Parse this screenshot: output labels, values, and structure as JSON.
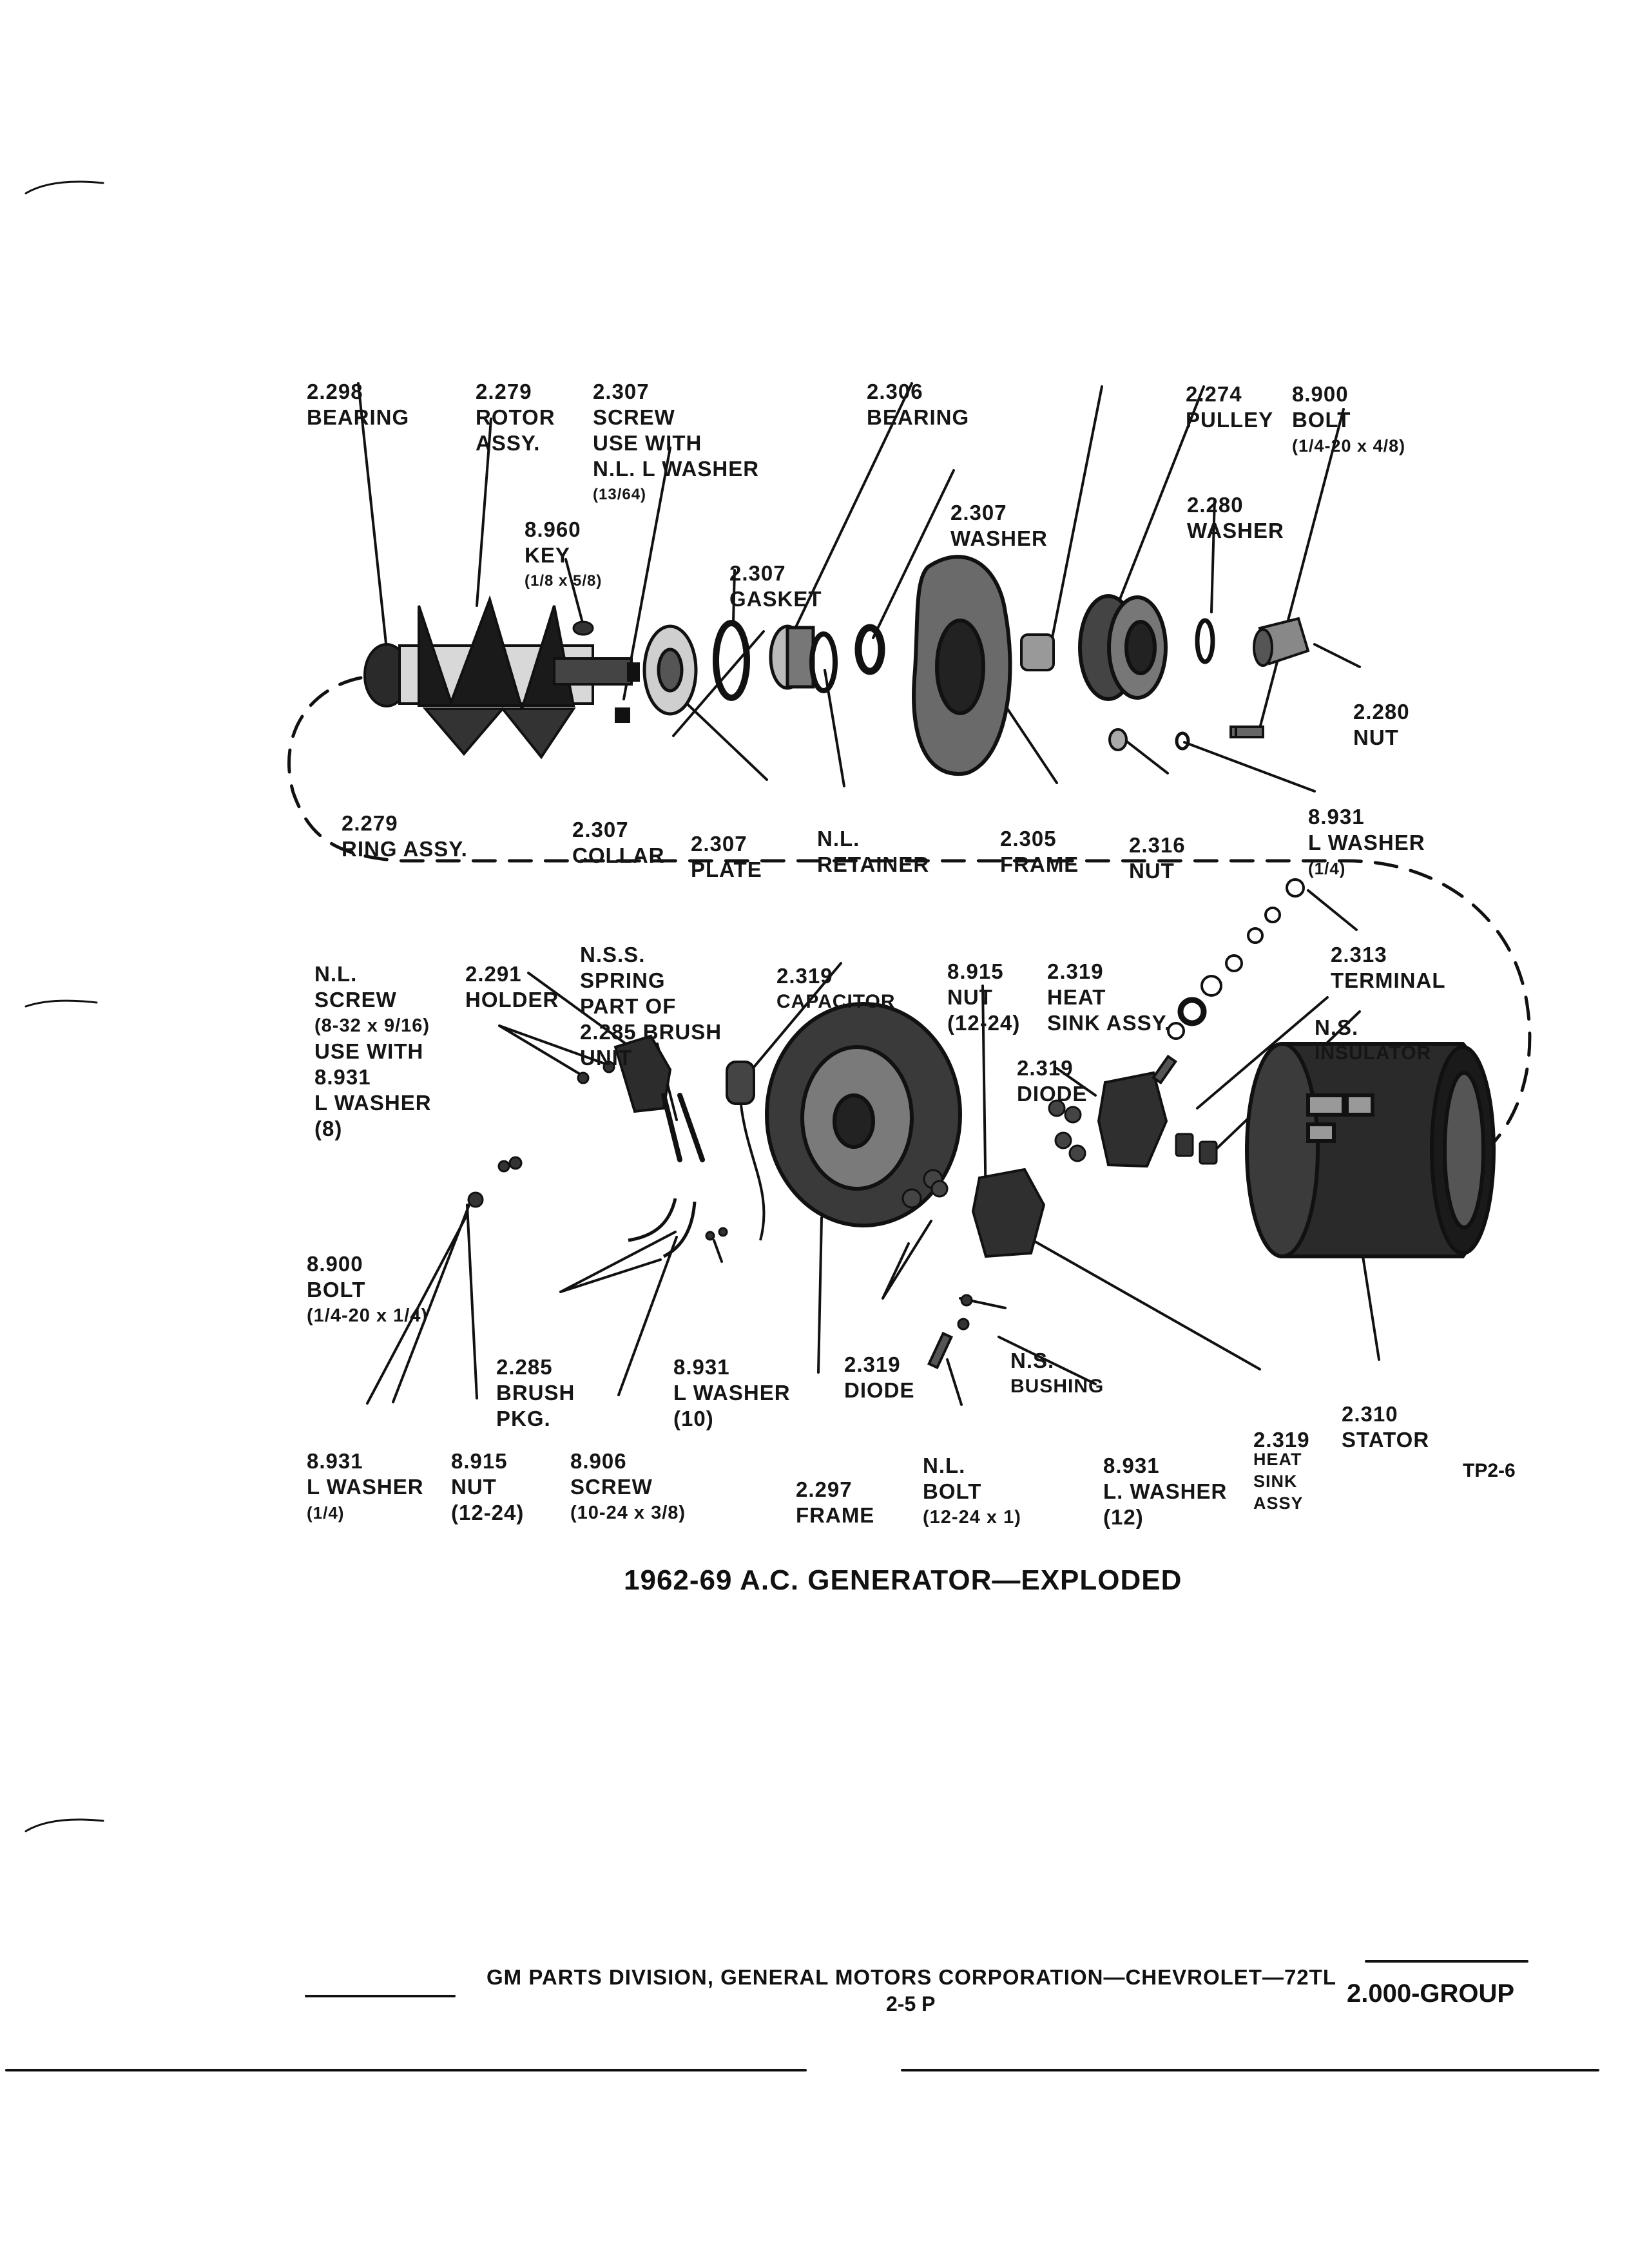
{
  "title": "1962-69 A.C. GENERATOR—EXPLODED",
  "figure_id": "TP2-6",
  "footer": {
    "text": "GM PARTS DIVISION, GENERAL MOTORS CORPORATION—CHEVROLET—72TL",
    "page": "2-5 P",
    "group": "2.000-GROUP"
  },
  "labels": [
    {
      "lines": [
        "2.298",
        "BEARING"
      ]
    },
    {
      "lines": [
        "2.279",
        "ROTOR",
        "ASSY."
      ]
    },
    {
      "lines": [
        "2.307",
        "SCREW",
        "USE WITH",
        "N.L. L WASHER",
        "(13/64)"
      ]
    },
    {
      "lines": [
        "2.306",
        "BEARING"
      ]
    },
    {
      "lines": [
        "2.274",
        "PULLEY"
      ]
    },
    {
      "lines": [
        "8.900",
        "BOLT",
        "(1/4-20 x 4/8)"
      ]
    },
    {
      "lines": [
        "8.960",
        "KEY",
        "(1/8 x 5/8)"
      ]
    },
    {
      "lines": [
        "2.307",
        "WASHER"
      ]
    },
    {
      "lines": [
        "2.280",
        "WASHER"
      ]
    },
    {
      "lines": [
        "2.307",
        "GASKET"
      ]
    },
    {
      "lines": [
        "2.280",
        "NUT"
      ]
    },
    {
      "lines": [
        "2.279",
        "RING ASSY."
      ]
    },
    {
      "lines": [
        "2.307",
        "COLLAR"
      ]
    },
    {
      "lines": [
        "2.307",
        "PLATE"
      ]
    },
    {
      "lines": [
        "N.L.",
        "RETAINER"
      ]
    },
    {
      "lines": [
        "2.305",
        "FRAME"
      ]
    },
    {
      "lines": [
        "2.316",
        "NUT"
      ]
    },
    {
      "lines": [
        "8.931",
        "L WASHER",
        "(1/4)"
      ]
    },
    {
      "lines": [
        "N.L.",
        "SCREW",
        "(8-32 x 9/16)",
        "USE WITH",
        "8.931",
        "L WASHER",
        "(8)"
      ]
    },
    {
      "lines": [
        "2.291",
        "HOLDER"
      ]
    },
    {
      "lines": [
        "N.S.S.",
        "SPRING",
        "PART OF",
        "2.285 BRUSH",
        "UNIT"
      ]
    },
    {
      "lines": [
        "2.319",
        "CAPACITOR"
      ]
    },
    {
      "lines": [
        "8.915",
        "NUT",
        "(12-24)"
      ]
    },
    {
      "lines": [
        "2.319",
        "HEAT",
        "SINK ASSY."
      ]
    },
    {
      "lines": [
        "2.313",
        "TERMINAL"
      ]
    },
    {
      "lines": [
        "N.S.",
        "INSULATOR"
      ]
    },
    {
      "lines": [
        "2.319",
        "DIODE"
      ]
    },
    {
      "lines": [
        "8.900",
        "BOLT",
        "(1/4-20 x 1/4)"
      ]
    },
    {
      "lines": [
        "2.285",
        "BRUSH",
        "PKG."
      ]
    },
    {
      "lines": [
        "8.931",
        "L WASHER",
        "(10)"
      ]
    },
    {
      "lines": [
        "2.319",
        "DIODE"
      ]
    },
    {
      "lines": [
        "N.S.",
        "BUSHING"
      ]
    },
    {
      "lines": [
        "2.310",
        "STATOR"
      ]
    },
    {
      "lines": [
        "2.319"
      ]
    },
    {
      "lines": [
        "HEAT",
        "SINK",
        "ASSY"
      ]
    },
    {
      "lines": [
        "8.931",
        "L WASHER",
        "(1/4)"
      ]
    },
    {
      "lines": [
        "8.915",
        "NUT",
        "(12-24)"
      ]
    },
    {
      "lines": [
        "8.906",
        "SCREW",
        "(10-24 x 3/8)"
      ]
    },
    {
      "lines": [
        "2.297",
        "FRAME"
      ]
    },
    {
      "lines": [
        "N.L.",
        "BOLT",
        "(12-24 x 1)"
      ]
    },
    {
      "lines": [
        "8.931",
        "L. WASHER",
        "(12)"
      ]
    }
  ]
}
